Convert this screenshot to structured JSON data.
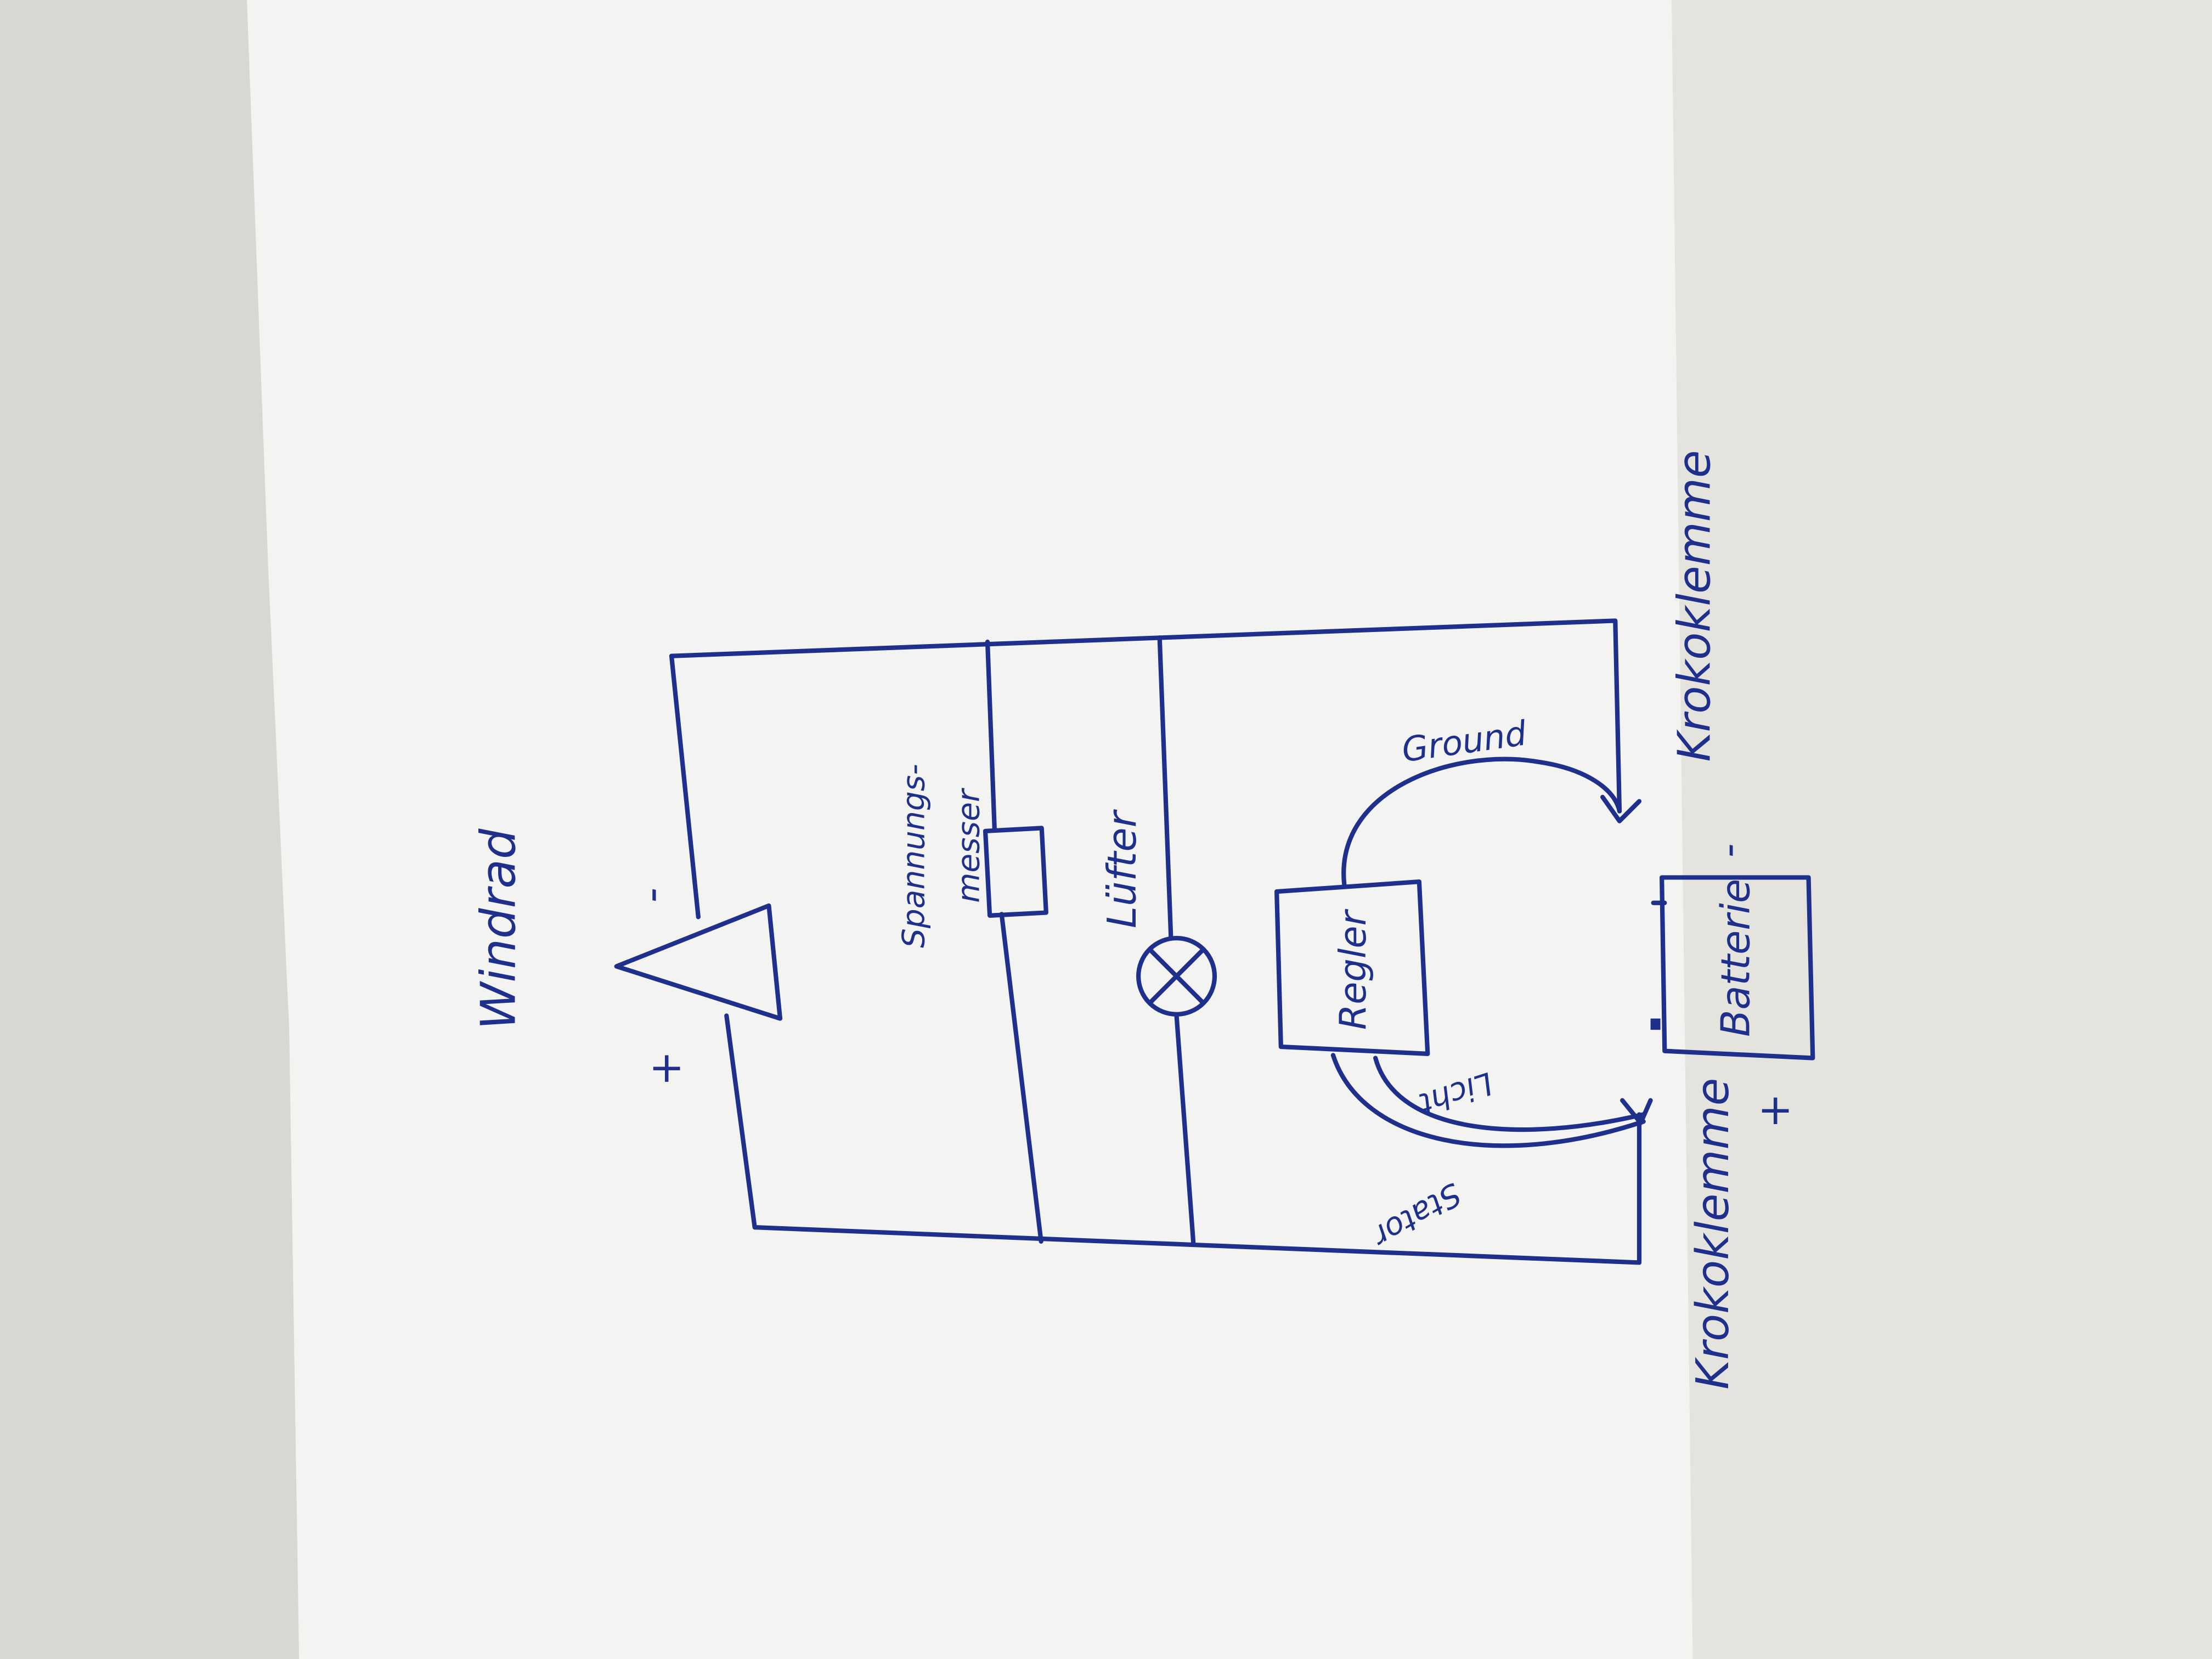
{
  "diagram": {
    "labels": {
      "windrad": "Windrad",
      "windrad_plus": "+",
      "windrad_minus": "-",
      "spannungsmesser_1": "Spannungs-",
      "spannungsmesser_2": "messer",
      "luefter": "Lüfter",
      "regler": "Regler",
      "ground": "Ground",
      "licht": "Licht",
      "stator": "Stator",
      "batterie": "Batterie",
      "krokoklemme_minus": "Krokoklemme",
      "krokoklemme_plus": "Krokoklemme",
      "battery_minus": "-",
      "battery_plus": "+"
    },
    "ink_color": "#1e2f8c"
  }
}
